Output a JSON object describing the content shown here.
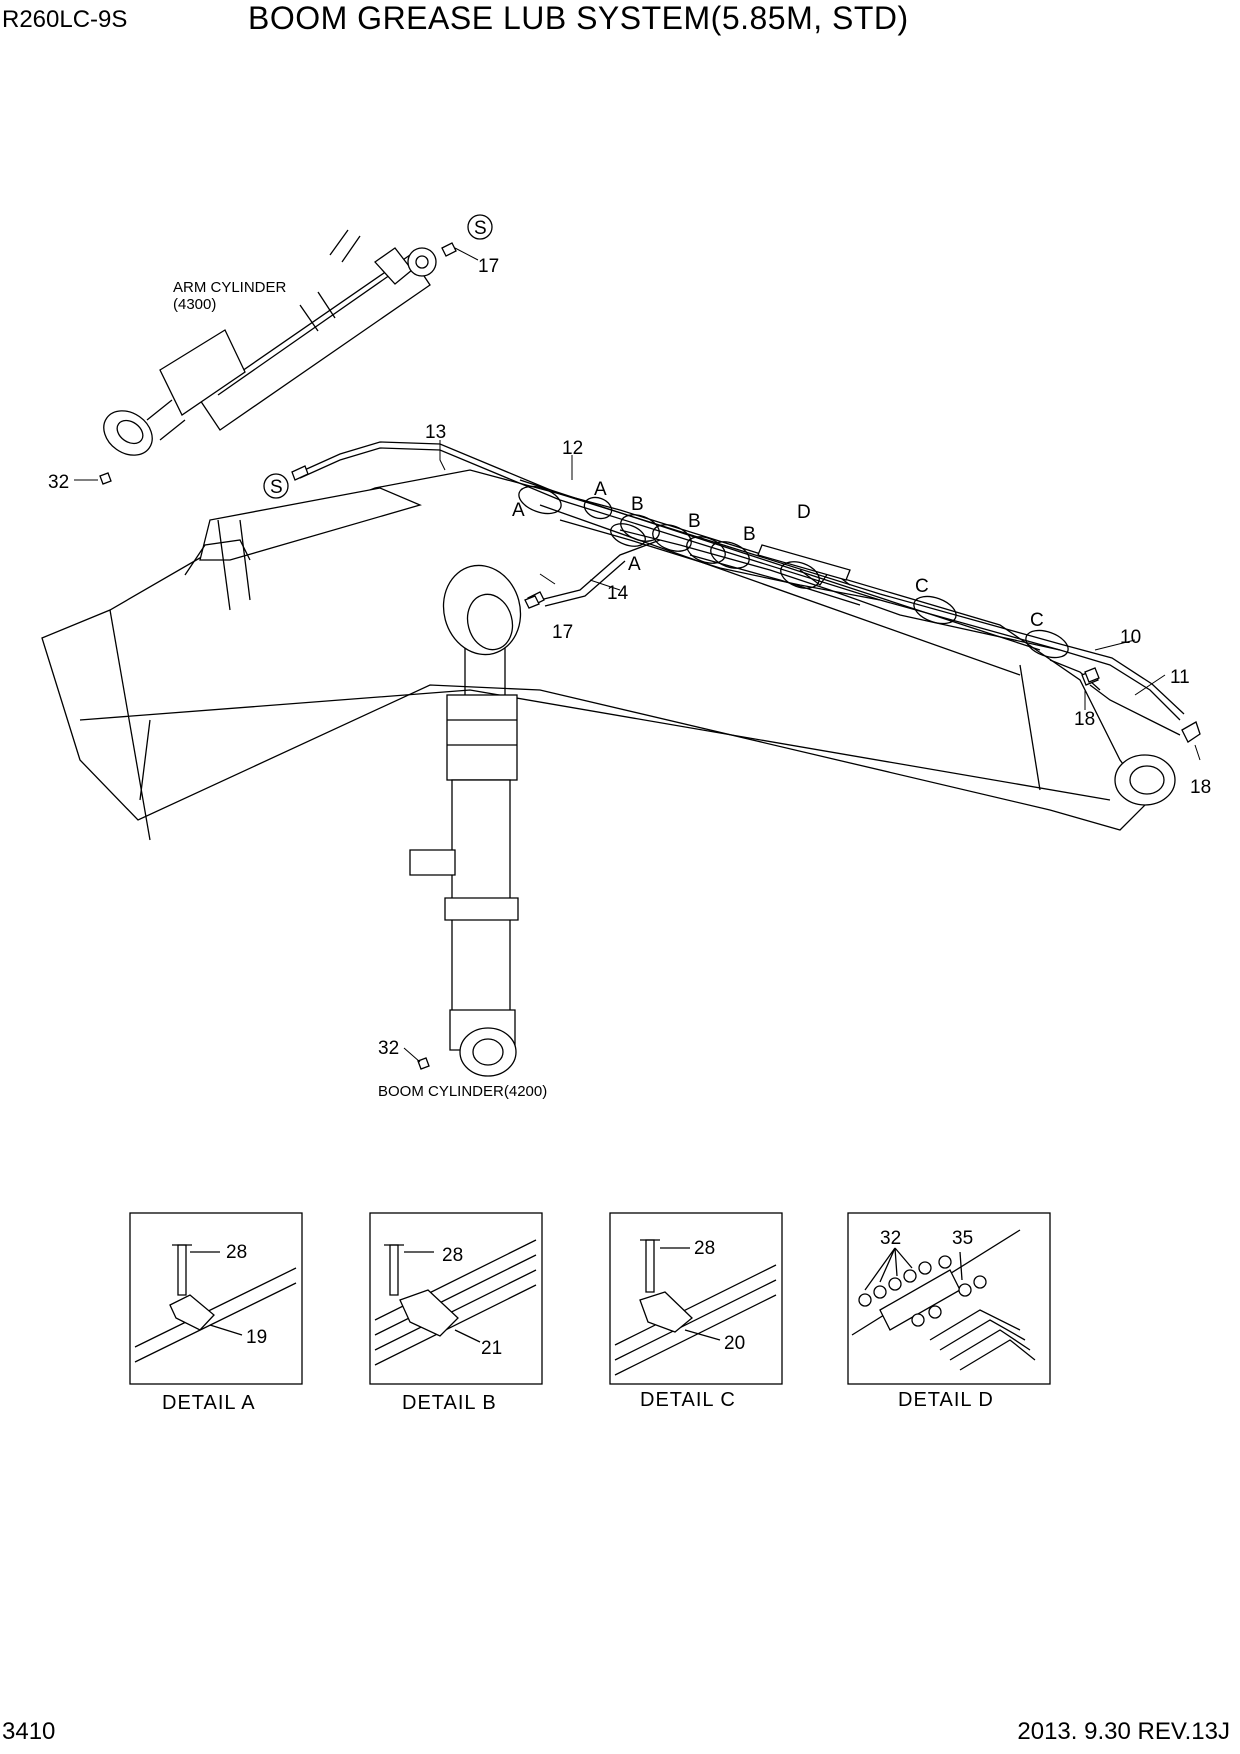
{
  "header": {
    "model": "R260LC-9S",
    "title": "BOOM GREASE LUB SYSTEM(5.85M, STD)"
  },
  "footer": {
    "page": "3410",
    "date_rev": "2013. 9.30  REV.13J"
  },
  "captions": {
    "arm_cylinder": "ARM CYLINDER",
    "arm_cylinder_code": "(4300)",
    "boom_cylinder": "BOOM CYLINDER(4200)"
  },
  "callouts": {
    "c17a": "17",
    "c17b": "17",
    "c32a": "32",
    "c32b": "32",
    "c13": "13",
    "c12": "12",
    "c14": "14",
    "c10": "10",
    "c11": "11",
    "c18a": "18",
    "c18b": "18",
    "sa": "S",
    "sb": "S",
    "a1": "A",
    "a2": "A",
    "a3": "A",
    "b1": "B",
    "b2": "B",
    "b3": "B",
    "c1": "C",
    "c2": "C",
    "d1": "D"
  },
  "details": [
    {
      "title": "DETAIL  A",
      "parts": [
        "28",
        "19"
      ]
    },
    {
      "title": "DETAIL  B",
      "parts": [
        "28",
        "21"
      ]
    },
    {
      "title": "DETAIL  C",
      "parts": [
        "28",
        "20"
      ]
    },
    {
      "title": "DETAIL  D",
      "parts": [
        "32",
        "35"
      ]
    }
  ]
}
